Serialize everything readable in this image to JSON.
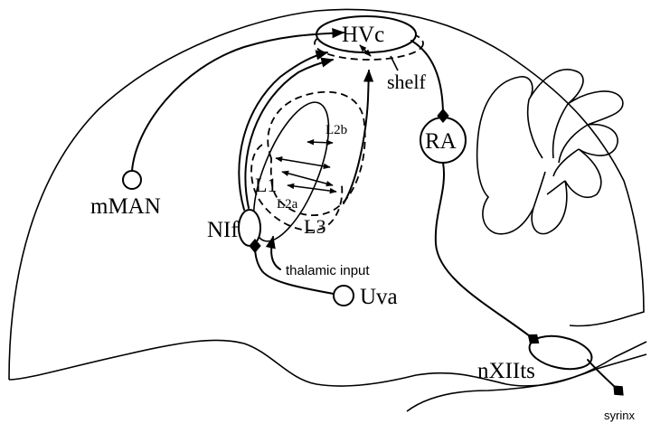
{
  "labels": {
    "hvc": "HVc",
    "shelf": "shelf",
    "ra": "RA",
    "mman": "mMAN",
    "nif": "NIf",
    "uva": "Uva",
    "l1": "L1",
    "l2a": "L2a",
    "l2b": "L2b",
    "l3": "L3",
    "thalamic_input": "thalamic input",
    "nxiits": "nXIIts",
    "syrinx": "syrinx"
  }
}
